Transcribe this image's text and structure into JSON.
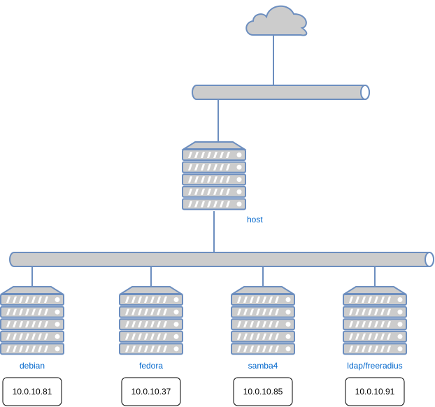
{
  "colors": {
    "stroke": "#6c8ebf",
    "fill": "#cccccc",
    "label": "#0066cc",
    "ip_border": "#000000"
  },
  "cloud": {
    "icon": "cloud-icon"
  },
  "host": {
    "label": "host",
    "icon": "server-icon"
  },
  "servers": [
    {
      "label": "debian",
      "ip": "10.0.10.81"
    },
    {
      "label": "fedora",
      "ip": "10.0.10.37"
    },
    {
      "label": "samba4",
      "ip": "10.0.10.85"
    },
    {
      "label": "ldap/freeradius",
      "ip": "10.0.10.91"
    }
  ]
}
